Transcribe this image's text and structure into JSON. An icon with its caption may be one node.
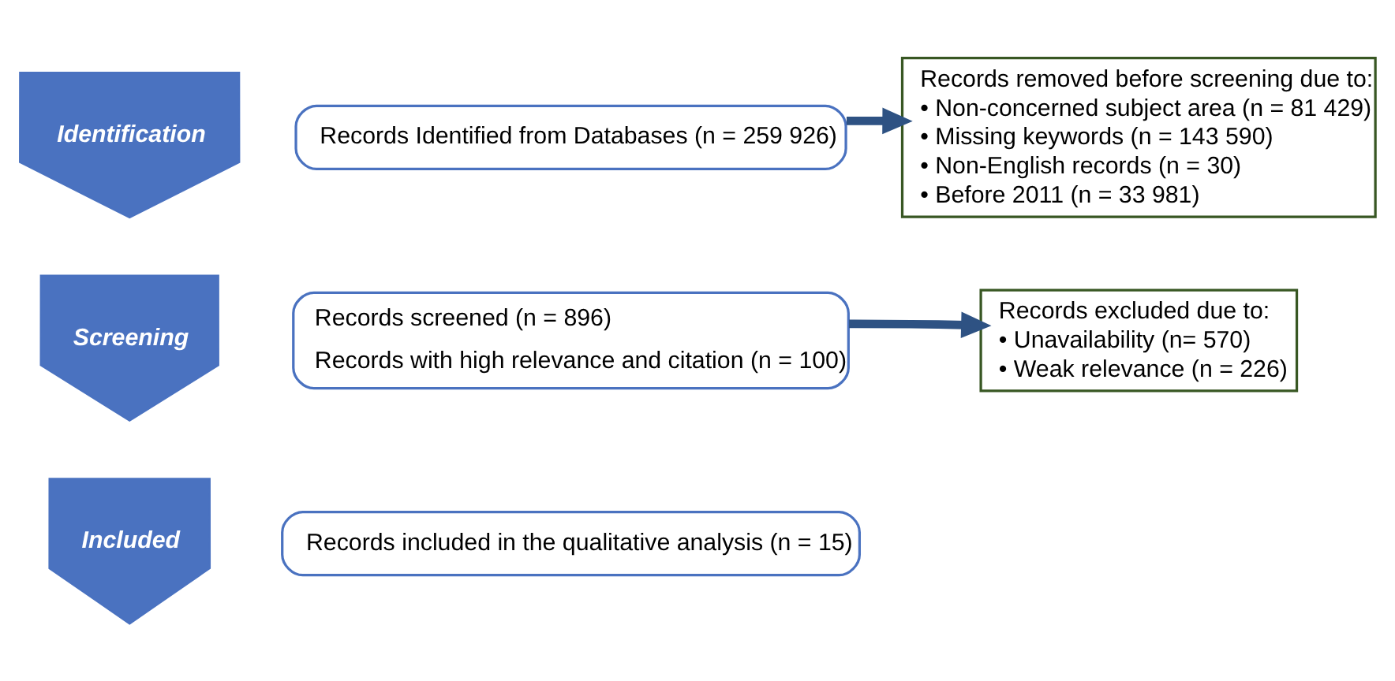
{
  "diagram": {
    "nodes": [
      {
        "text": [
          "Identification"
        ]
      },
      {
        "text": [
          "Records Identified from Databases (n = 259 926)"
        ]
      },
      {
        "text": [
          "Records removed before screening due to:",
          "• Non-concerned subject area (n = 81 429)",
          "• Missing keywords (n = 143 590)",
          "• Non-English records (n = 30)",
          "• Before 2011 (n = 33 981)"
        ]
      },
      {
        "text": [
          "Screening"
        ]
      },
      {
        "text": [
          "Records screened (n = 896)",
          "Records with high relevance and citation (n = 100)"
        ]
      },
      {
        "text": [
          "Records excluded due to:",
          "• Unavailability (n= 570)",
          "• Weak relevance (n = 226)"
        ]
      },
      {
        "text": [
          "Included"
        ]
      },
      {
        "text": [
          "Records included in the qualitative analysis (n = 15)"
        ]
      }
    ],
    "edges": [
      {
        "from": 1,
        "to": 2,
        "arrow": "to"
      },
      {
        "from": 4,
        "to": 5,
        "arrow": "to"
      }
    ]
  }
}
